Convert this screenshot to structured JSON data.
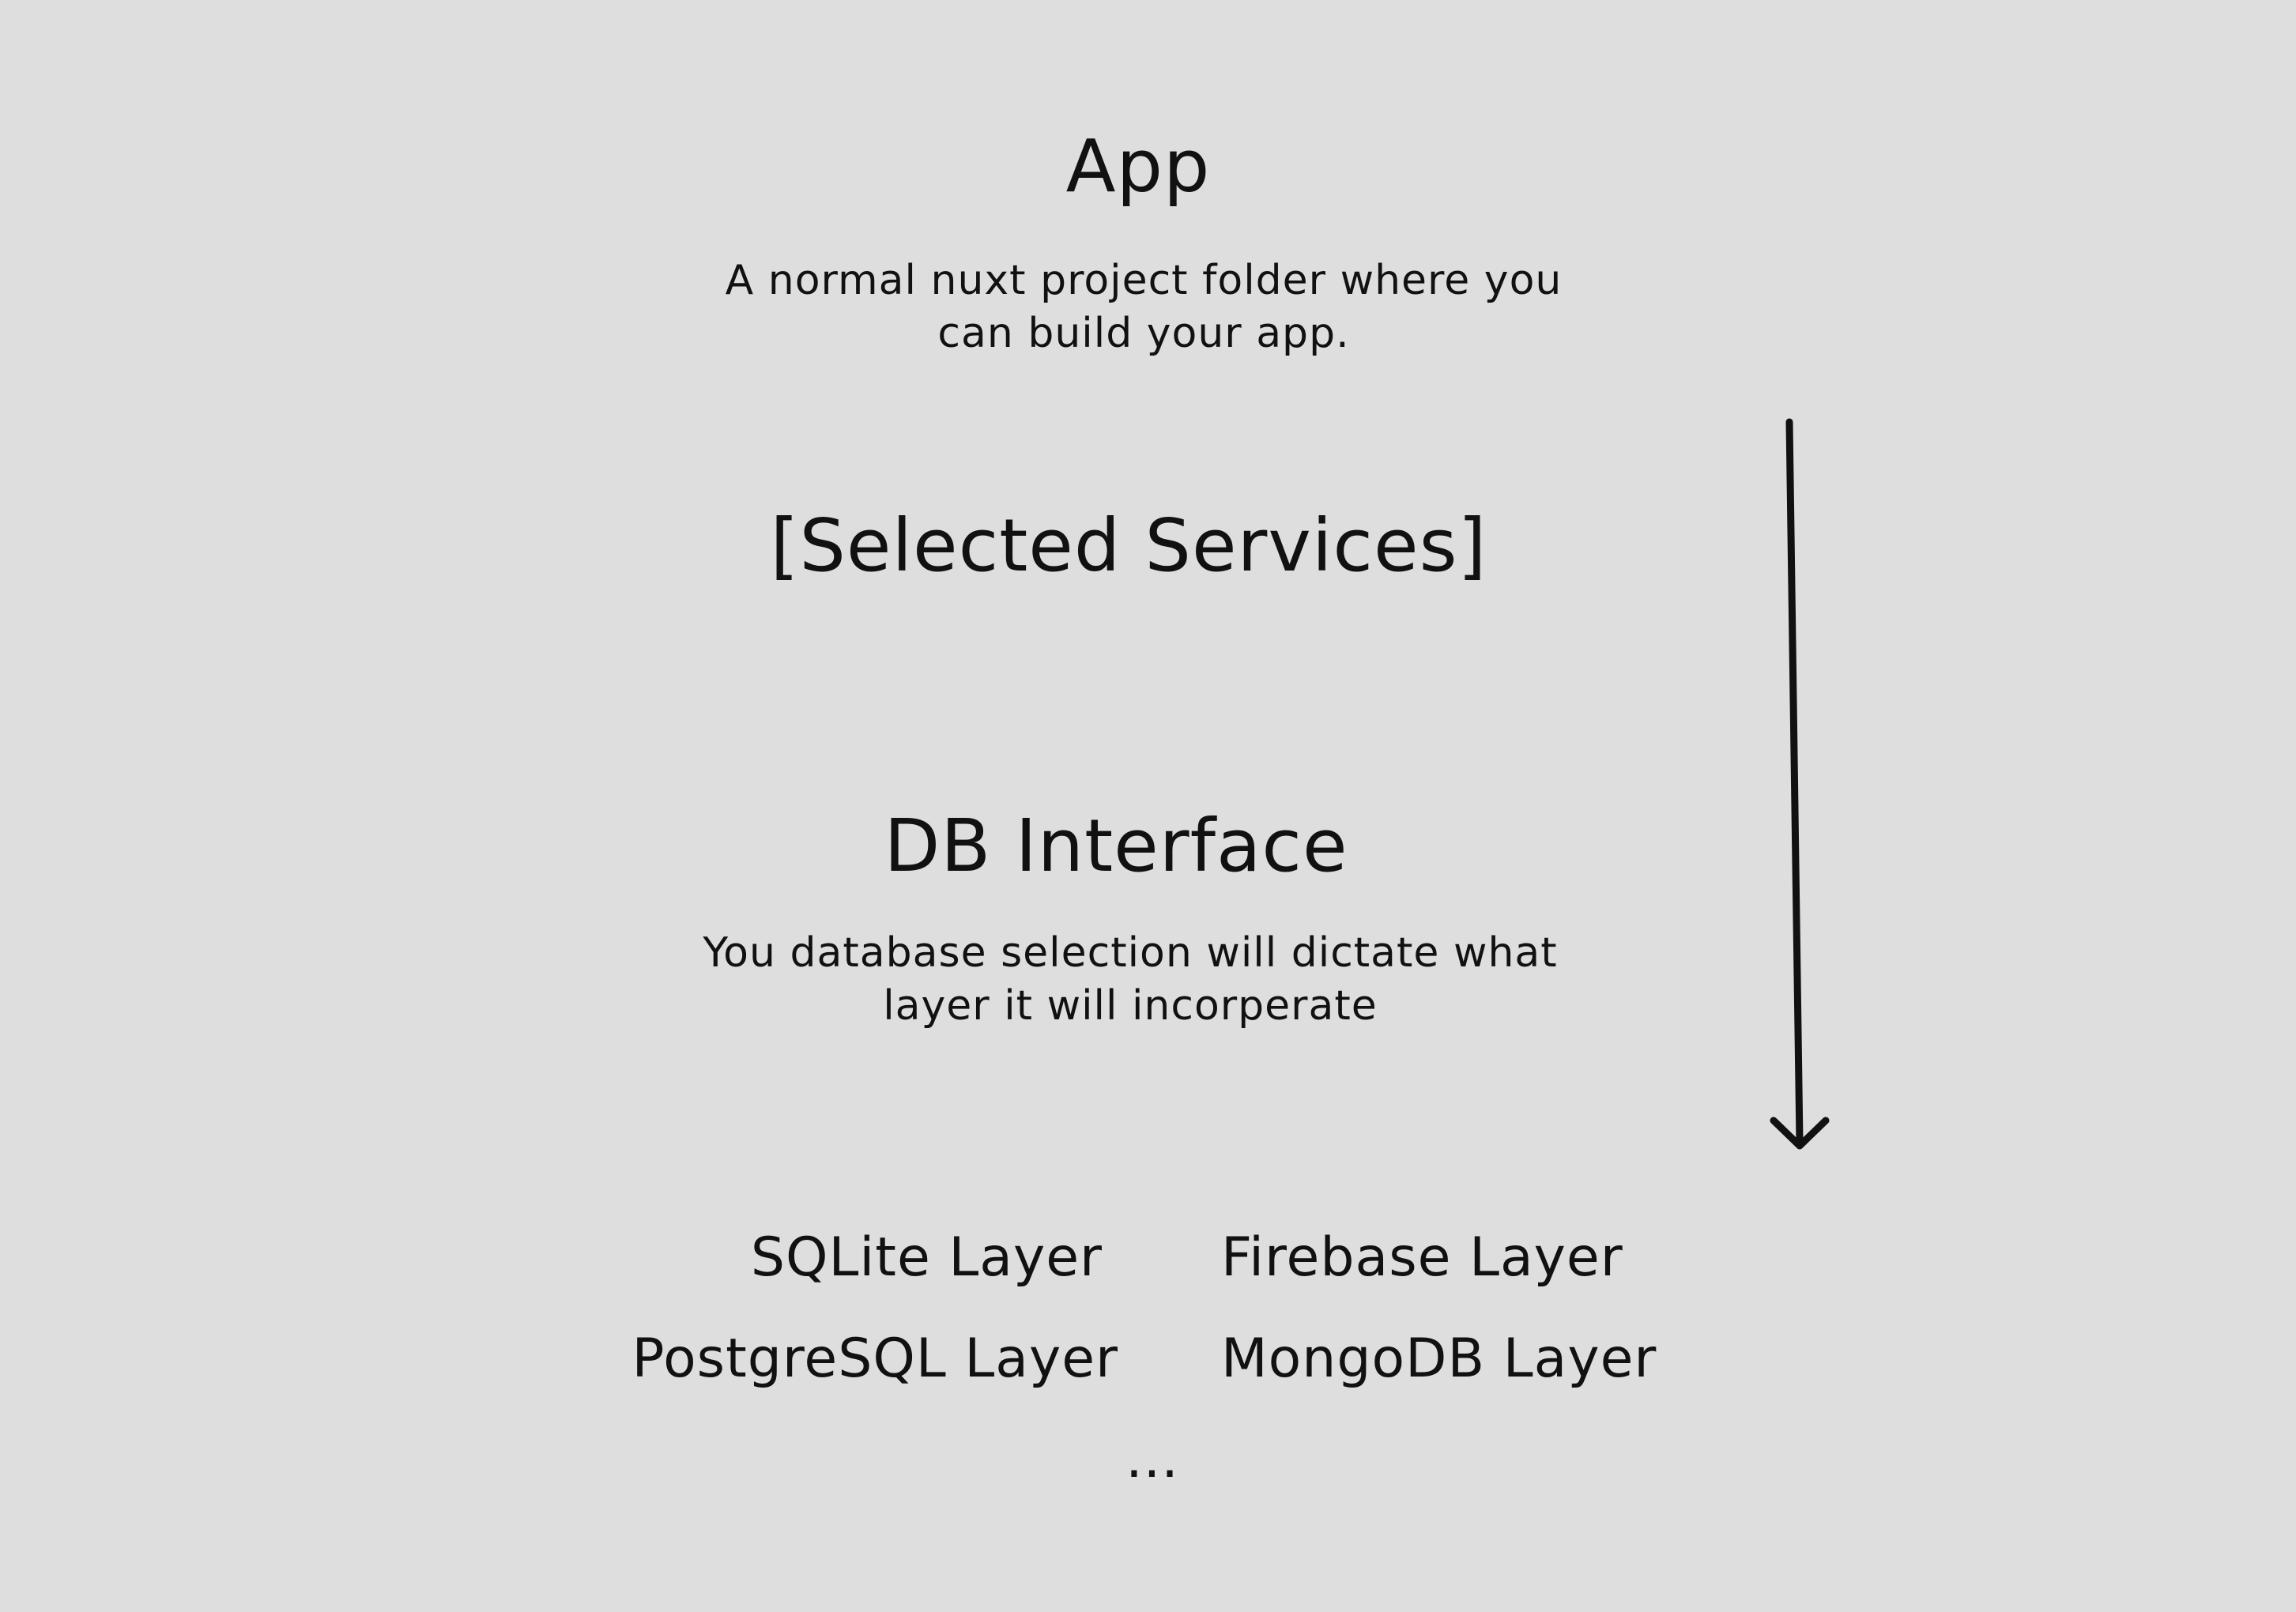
{
  "app": {
    "title": "App",
    "description_line1": "A normal nuxt project folder where you",
    "description_line2": "can build your app."
  },
  "services": {
    "title": "[Selected Services]"
  },
  "db": {
    "title": "DB Interface",
    "description_line1": "You database selection will dictate what",
    "description_line2": "layer it will incorperate"
  },
  "layers": {
    "left": [
      "SQLite Layer",
      "PostgreSQL Layer"
    ],
    "right": [
      "Firebase Layer",
      "MongoDB Layer"
    ],
    "more": "..."
  }
}
